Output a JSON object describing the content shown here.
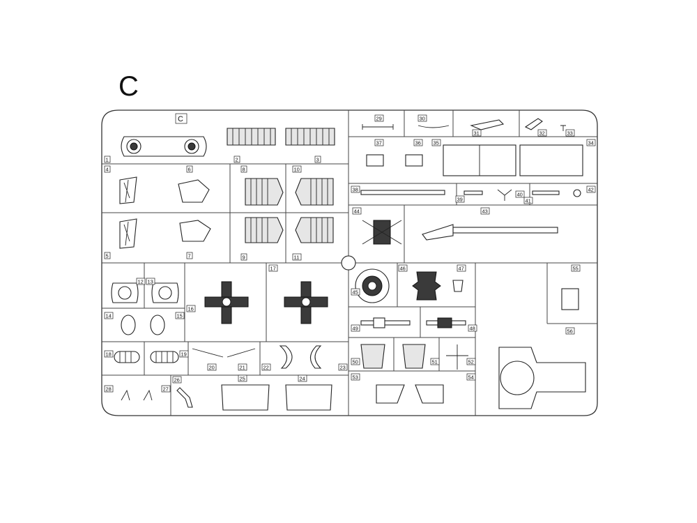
{
  "sheet": {
    "letter": "C",
    "tag": "C",
    "parts": [
      "1",
      "2",
      "3",
      "4",
      "5",
      "6",
      "7",
      "8",
      "9",
      "10",
      "11",
      "12",
      "13",
      "14",
      "15",
      "16",
      "17",
      "18",
      "19",
      "20",
      "21",
      "22",
      "23",
      "24",
      "25",
      "26",
      "27",
      "28",
      "29",
      "30",
      "31",
      "32",
      "33",
      "34",
      "35",
      "36",
      "37",
      "38",
      "39",
      "40",
      "41",
      "42",
      "43",
      "44",
      "45",
      "46",
      "47",
      "48",
      "49",
      "50",
      "51",
      "52",
      "53",
      "54",
      "55",
      "56"
    ]
  },
  "colors": {
    "ink": "#222222",
    "paper": "#ffffff",
    "shade": "#e6e6e6",
    "fill_dark": "#3a3a3a"
  }
}
